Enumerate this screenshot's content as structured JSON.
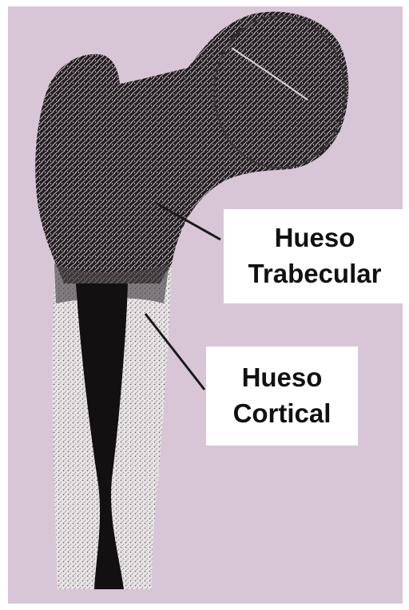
{
  "labels": {
    "trabecular": {
      "line1": "Hueso",
      "line2": "Trabecular"
    },
    "cortical": {
      "line1": "Hueso",
      "line2": "Cortical"
    }
  },
  "colors": {
    "background": "#d8c6d6",
    "bone_dark": "#1f1a1e",
    "bone_light": "#e6e2e4",
    "pointer": "#1a1a1a"
  }
}
